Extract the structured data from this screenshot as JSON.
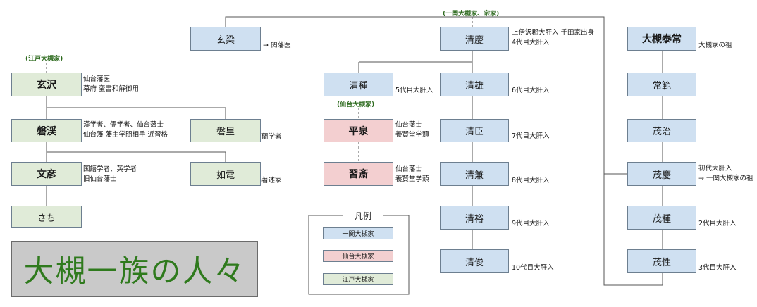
{
  "title": "大槻一族の人々",
  "branch_labels": {
    "ichinoseki": "(一関大槻家、宗家)",
    "edo": "(江戸大槻家)",
    "sendai": "(仙台大槻家)"
  },
  "legend": {
    "title": "凡例",
    "items": [
      "一関大槻家",
      "仙台大槻家",
      "江戸大槻家"
    ]
  },
  "colors": {
    "ichinoseki": "#cfe0f1",
    "sendai": "#f3cfd0",
    "edo": "#e0ebd8",
    "title_text": "#2f7a1d",
    "title_bg": "#c9c9c9"
  },
  "people": {
    "gensho": {
      "name": "玄梁",
      "note": [
        "→ 関藩医"
      ]
    },
    "gentaku": {
      "name": "玄沢",
      "note": [
        "仙台藩医",
        "幕府 蛮書和解御用"
      ]
    },
    "bankei": {
      "name": "磐渓",
      "note": [
        "漢学者、儒学者、仙台藩士",
        "仙台藩 藩主学問相手 近習格"
      ]
    },
    "banri": {
      "name": "磐里",
      "note": [
        "蘭学者"
      ]
    },
    "fumihiko": {
      "name": "文彦",
      "note": [
        "国語学者、英学者",
        "旧仙台藩士"
      ]
    },
    "nyoden": {
      "name": "如電",
      "note": [
        "著述家"
      ]
    },
    "sachi": {
      "name": "さち"
    },
    "seikei": {
      "name": "清慶",
      "note": [
        "上伊沢郡大肝入 千田家出身",
        "4代目大肝入"
      ]
    },
    "seishu": {
      "name": "清種",
      "note": [
        "5代目大肝入"
      ]
    },
    "seiyu": {
      "name": "清雄",
      "note": [
        "6代目大肝入"
      ]
    },
    "heisen": {
      "name": "平泉",
      "note": [
        "仙台藩士",
        "養賢堂学頭"
      ]
    },
    "shusai": {
      "name": "習斎",
      "note": [
        "仙台藩士",
        "養賢堂学頭"
      ]
    },
    "seishin": {
      "name": "清臣",
      "note": [
        "7代目大肝入"
      ]
    },
    "seiken": {
      "name": "清兼",
      "note": [
        "8代目大肝入"
      ]
    },
    "seiyu2": {
      "name": "清裕",
      "note": [
        "9代目大肝入"
      ]
    },
    "seishun": {
      "name": "清俊",
      "note": [
        "10代目大肝入"
      ]
    },
    "taijo": {
      "name": "大槻泰常",
      "note": [
        "大槻家の祖"
      ]
    },
    "jouhan": {
      "name": "常範"
    },
    "moharu": {
      "name": "茂治"
    },
    "mokei": {
      "name": "茂慶",
      "note": [
        "初代大肝入",
        "→ 一関大槻家の祖"
      ]
    },
    "moshu": {
      "name": "茂種",
      "note": [
        "2代目大肝入"
      ]
    },
    "mosei": {
      "name": "茂性",
      "note": [
        "3代目大肝入"
      ]
    }
  }
}
